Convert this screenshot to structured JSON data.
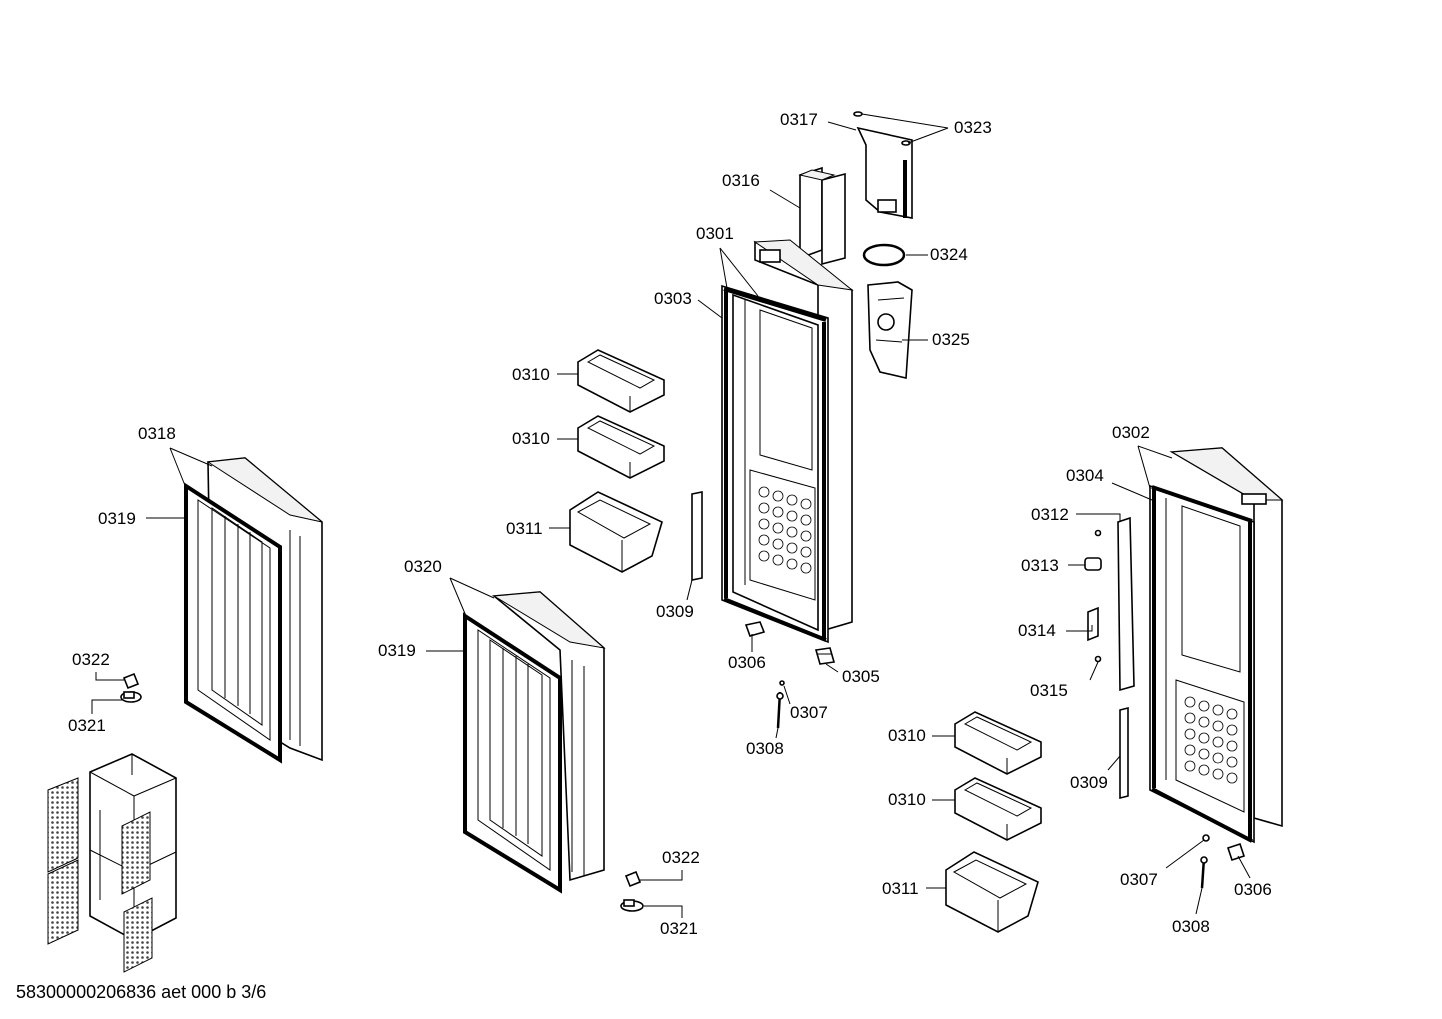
{
  "diagram": {
    "labels": [
      {
        "id": "l0317",
        "text": "0317"
      },
      {
        "id": "l0323",
        "text": "0323"
      },
      {
        "id": "l0316",
        "text": "0316"
      },
      {
        "id": "l0301",
        "text": "0301"
      },
      {
        "id": "l0324",
        "text": "0324"
      },
      {
        "id": "l0303",
        "text": "0303"
      },
      {
        "id": "l0325",
        "text": "0325"
      },
      {
        "id": "l0310a",
        "text": "0310"
      },
      {
        "id": "l0310b",
        "text": "0310"
      },
      {
        "id": "l0311a",
        "text": "0311"
      },
      {
        "id": "l0309a",
        "text": "0309"
      },
      {
        "id": "l0306a",
        "text": "0306"
      },
      {
        "id": "l0305",
        "text": "0305"
      },
      {
        "id": "l0307a",
        "text": "0307"
      },
      {
        "id": "l0308a",
        "text": "0308"
      },
      {
        "id": "l0318",
        "text": "0318"
      },
      {
        "id": "l0319a",
        "text": "0319"
      },
      {
        "id": "l0322a",
        "text": "0322"
      },
      {
        "id": "l0321a",
        "text": "0321"
      },
      {
        "id": "l0320",
        "text": "0320"
      },
      {
        "id": "l0319b",
        "text": "0319"
      },
      {
        "id": "l0322b",
        "text": "0322"
      },
      {
        "id": "l0321b",
        "text": "0321"
      },
      {
        "id": "l0302",
        "text": "0302"
      },
      {
        "id": "l0304",
        "text": "0304"
      },
      {
        "id": "l0312",
        "text": "0312"
      },
      {
        "id": "l0313",
        "text": "0313"
      },
      {
        "id": "l0314",
        "text": "0314"
      },
      {
        "id": "l0315",
        "text": "0315"
      },
      {
        "id": "l0309b",
        "text": "0309"
      },
      {
        "id": "l0310c",
        "text": "0310"
      },
      {
        "id": "l0310d",
        "text": "0310"
      },
      {
        "id": "l0311b",
        "text": "0311"
      },
      {
        "id": "l0307b",
        "text": "0307"
      },
      {
        "id": "l0306b",
        "text": "0306"
      },
      {
        "id": "l0308b",
        "text": "0308"
      }
    ],
    "footer": "58300000206836 aet 000 b 3/6"
  }
}
